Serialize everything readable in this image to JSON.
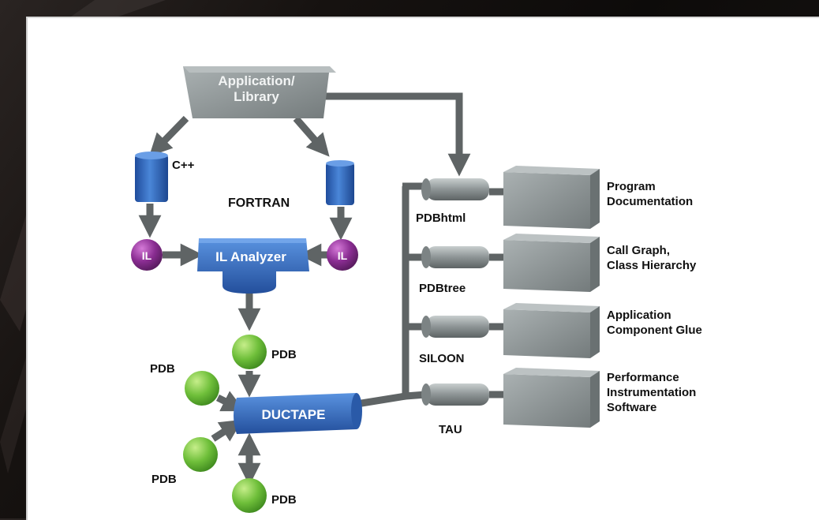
{
  "nodes": {
    "app": {
      "line1": "Application/",
      "line2": "Library"
    },
    "cpp": "C++",
    "fortran": "FORTRAN",
    "il_left": "IL",
    "il_right": "IL",
    "il_analyzer": "IL Analyzer",
    "pdb_top": "PDB",
    "pdb_left": "PDB",
    "pdb_bottom_left": "PDB",
    "pdb_bottom": "PDB",
    "ductape": "DUCTAPE"
  },
  "tools": [
    {
      "name": "PDBhtml",
      "output_line1": "Program",
      "output_line2": "Documentation",
      "output_line3": ""
    },
    {
      "name": "PDBtree",
      "output_line1": "Call Graph,",
      "output_line2": "Class Hierarchy",
      "output_line3": ""
    },
    {
      "name": "SILOON",
      "output_line1": "Application",
      "output_line2": "Component Glue",
      "output_line3": ""
    },
    {
      "name": "TAU",
      "output_line1": "Performance",
      "output_line2": "Instrumentation",
      "output_line3": "Software"
    }
  ],
  "colors": {
    "blue": "#2f63b8",
    "gray": "#8e9697",
    "green": "#6fbf3a",
    "purple": "#8a2d92",
    "arrow": "#5f6465"
  }
}
